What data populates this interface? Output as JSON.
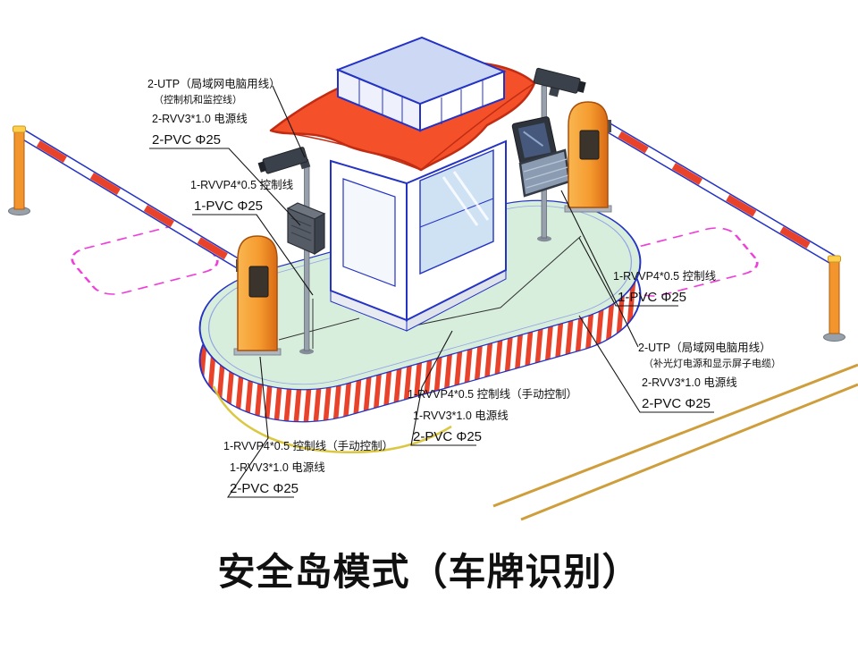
{
  "title": "安全岛模式（车牌识别）",
  "colors": {
    "outline_blue": "#2433c4",
    "canopy_orange": "#f4512b",
    "island_green": "#d8eedd",
    "stripe_red": "#e8432a",
    "cabinet_orange": "#f59b2f",
    "loop_pink": "#ee3fd9",
    "lane_yellow": "#cf9e3c"
  },
  "labels": {
    "camera_left": {
      "lines": [
        "2-UTP（局域网电脑用线）",
        "（控制机和监控线）",
        "2-RVV3*1.0 电源线",
        "2-PVC Φ25"
      ]
    },
    "control_left": {
      "lines": [
        "1-RVVP4*0.5 控制线",
        "1-PVC Φ25"
      ]
    },
    "control_right": {
      "lines": [
        "1-RVVP4*0.5 控制线",
        "1-PVC Φ25"
      ]
    },
    "display_right": {
      "lines": [
        "2-UTP（局域网电脑用线）",
        "（补光灯电源和显示屏子电缆）",
        "2-RVV3*1.0 电源线",
        "2-PVC Φ25"
      ]
    },
    "barrier_center": {
      "lines": [
        "1-RVVP4*0.5 控制线（手动控制）",
        "1-RVV3*1.0 电源线",
        "2-PVC Φ25"
      ]
    },
    "barrier_left": {
      "lines": [
        "1-RVVP4*0.5 控制线（手动控制）",
        "1-RVV3*1.0 电源线",
        "2-PVC Φ25"
      ]
    }
  }
}
